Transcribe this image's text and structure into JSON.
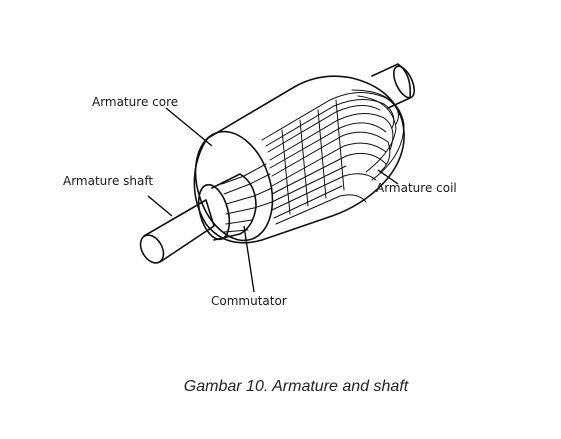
{
  "diagram": {
    "labels": {
      "armature_core": "Armature core",
      "armature_shaft": "Armature shaft",
      "armature_coil": "Armature coil",
      "commutator": "Commutator"
    },
    "caption": "Gambar 10. Armature and shaft"
  }
}
